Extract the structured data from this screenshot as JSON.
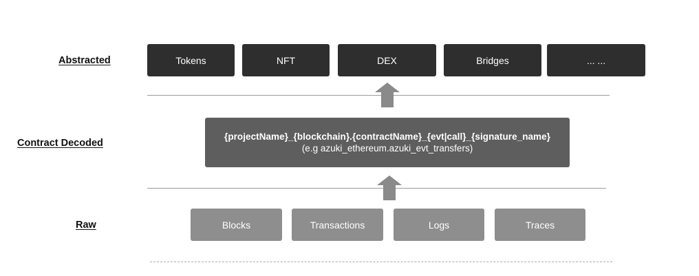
{
  "layers": {
    "abstracted": {
      "label": "Abstracted",
      "items": [
        "Tokens",
        "NFT",
        "DEX",
        "Bridges",
        "... ..."
      ]
    },
    "decoded": {
      "label": "Contract Decoded",
      "pattern": "{projectName}_{blockchain}.{contractName}_{evt|call}_{signature_name}",
      "example": "(e.g azuki_ethereum.azuki_evt_transfers)"
    },
    "raw": {
      "label": "Raw",
      "items": [
        "Blocks",
        "Transactions",
        "Logs",
        "Traces"
      ]
    }
  },
  "colors": {
    "abstracted_box": "#2e2e2e",
    "decoded_box": "#5e5e5e",
    "raw_box": "#8e8e8e",
    "arrow": "#8a8a8a"
  },
  "icons": {
    "arrow": "up-arrow-icon"
  }
}
